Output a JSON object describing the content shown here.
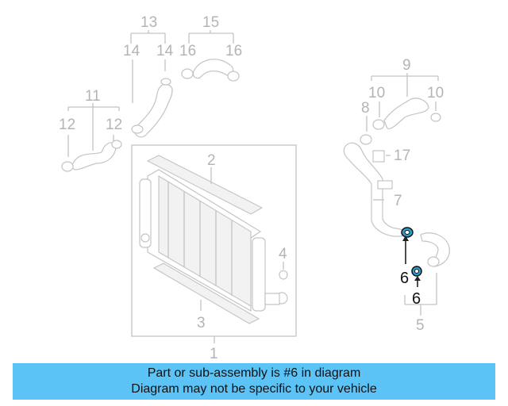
{
  "callouts": {
    "c1": "1",
    "c2": "2",
    "c3": "3",
    "c4": "4",
    "c5": "5",
    "c6a": "6",
    "c6b": "6",
    "c7": "7",
    "c8": "8",
    "c9": "9",
    "c10a": "10",
    "c10b": "10",
    "c11": "11",
    "c12a": "12",
    "c12b": "12",
    "c13": "13",
    "c14a": "14",
    "c14b": "14",
    "c15": "15",
    "c16a": "16",
    "c16b": "16",
    "c17": "17"
  },
  "highlighted_part": "6",
  "colors": {
    "banner": "#5bc3f5",
    "highlight_seal": "#2a9fd0",
    "line": "#c4c4c4"
  },
  "banner": {
    "line1": "Part or sub-assembly is #6 in diagram",
    "line2": "Diagram may not be specific to your vehicle"
  }
}
